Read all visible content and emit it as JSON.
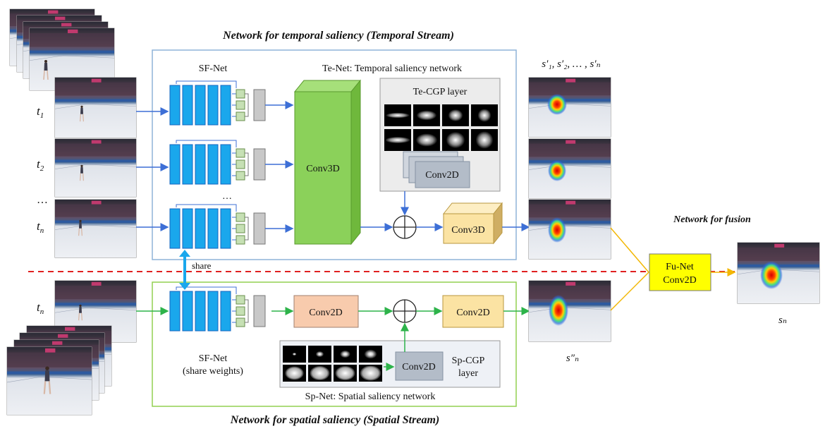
{
  "titles": {
    "temporal_stream": "Network for temporal saliency (Temporal Stream)",
    "spatial_stream": "Network for spatial saliency (Spatial Stream)",
    "fusion": "Network for fusion"
  },
  "temporal": {
    "sfnet": "SF-Net",
    "tenet": "Te-Net: Temporal saliency network",
    "tecgp": "Te-CGP layer",
    "conv2d": "Conv2D",
    "conv3d_big": "Conv3D",
    "conv3d_small": "Conv3D",
    "dots": "…"
  },
  "inputs": {
    "t1": "t",
    "t1_sub": "1",
    "t2": "t",
    "t2_sub": "2",
    "dots": "…",
    "tn": "t",
    "tn_sub": "n",
    "tn_spatial": "t",
    "tn_spatial_sub": "n"
  },
  "share": "share",
  "spatial": {
    "sfnet_line1": "SF-Net",
    "sfnet_line2": "(share weights)",
    "conv2d_a": "Conv2D",
    "conv2d_b": "Conv2D",
    "conv2d_c": "Conv2D",
    "spcgp_line1": "Sp-CGP",
    "spcgp_line2": "layer",
    "spnet": "Sp-Net: Spatial saliency network"
  },
  "fusion": {
    "line1": "Fu-Net",
    "line2": "Conv2D"
  },
  "outputs": {
    "temporal_label": "s′₁, s′₂, … , s′ₙ",
    "spatial_label": "s″ₙ",
    "final_label": "sₙ"
  },
  "colors": {
    "sf_block": "#1aa7ec",
    "sf_border": "#1565c0",
    "conv3d_green": "#8bd15a",
    "conv3d_orange": "#fbe3a3",
    "conv2d_salmon": "#f8cbad",
    "fusion_yellow": "#ffff00",
    "temporal_frame": "#8fb4d9",
    "spatial_frame": "#92d050",
    "divider": "#e02020"
  }
}
